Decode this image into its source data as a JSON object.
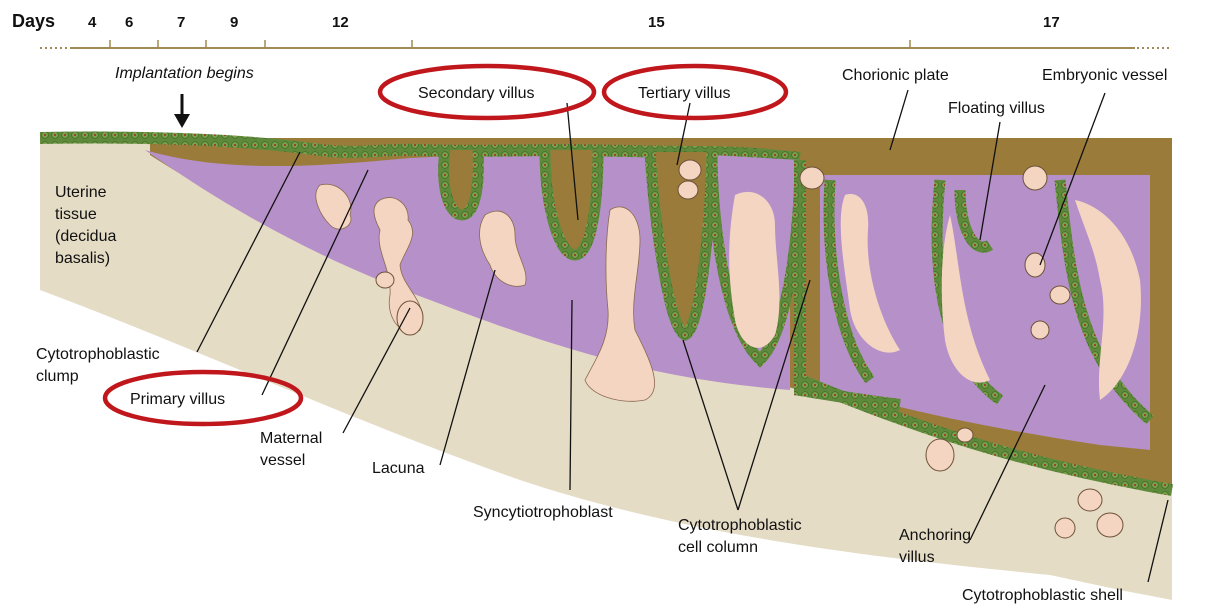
{
  "timeline": {
    "title": "Days",
    "days": [
      "4",
      "6",
      "7",
      "9",
      "12",
      "15",
      "17"
    ]
  },
  "labels": {
    "implantation": "Implantation begins",
    "uterine_line1": "Uterine",
    "uterine_line2": "tissue",
    "uterine_line3": "(decidua",
    "uterine_line4": "basalis)",
    "secondary_villus": "Secondary villus",
    "tertiary_villus": "Tertiary villus",
    "chorionic_plate": "Chorionic plate",
    "embryonic_vessel": "Embryonic vessel",
    "floating_villus": "Floating villus",
    "cyto_clump_line1": "Cytotrophoblastic",
    "cyto_clump_line2": "clump",
    "primary_villus": "Primary villus",
    "maternal_vessel_line1": "Maternal",
    "maternal_vessel_line2": "vessel",
    "lacuna": "Lacuna",
    "syncytiotrophoblast": "Syncytiotrophoblast",
    "cell_column_line1": "Cytotrophoblastic",
    "cell_column_line2": "cell column",
    "anchoring_line1": "Anchoring",
    "anchoring_line2": "villus",
    "cyto_shell": "Cytotrophoblastic shell"
  },
  "colors": {
    "chorion_brown": "#9a7b3a",
    "syncytio_purple": "#b690c8",
    "cytotrophoblast_green": "#5f8a3c",
    "uterine_tissue": "#e5dcc6",
    "lacuna_pink": "#f4d5c2",
    "highlight_red": "#c0171c"
  }
}
